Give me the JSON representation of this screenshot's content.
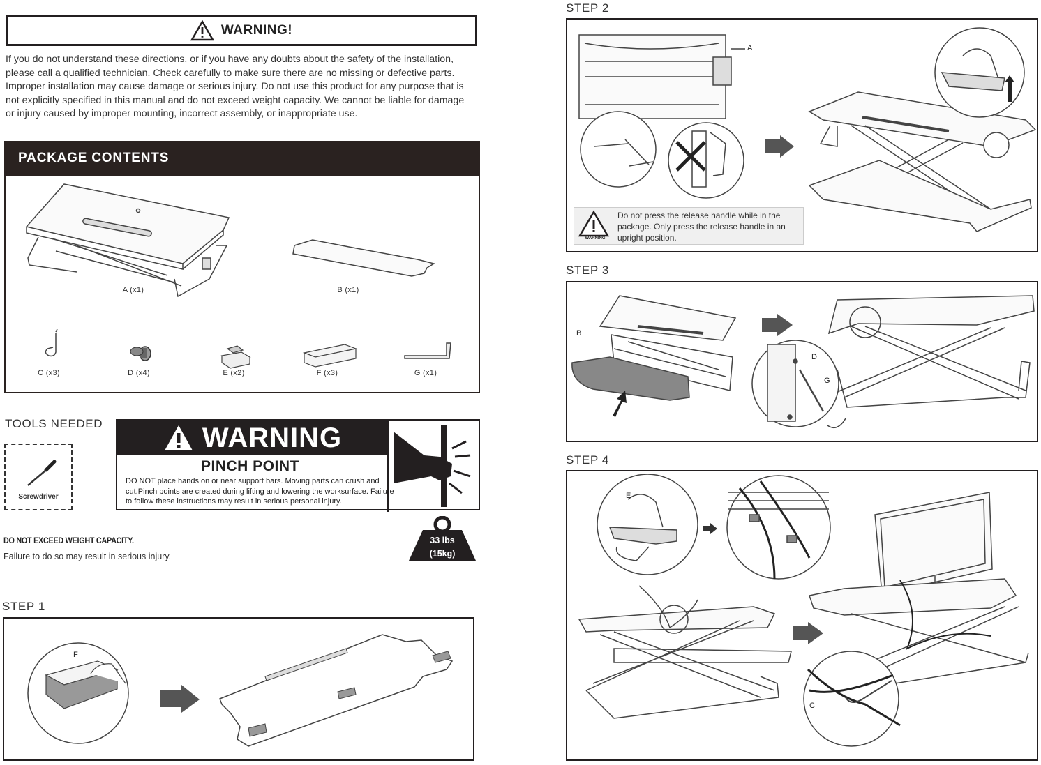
{
  "warning": {
    "title": "WARNING!",
    "body": "If you do not understand these directions, or if you have any doubts about the safety of the installation, please call a qualified technician. Check carefully to make sure there are no missing or defective parts. Improper installation may cause damage or serious injury. Do not use this product for any purpose that is not explicitly specified in this manual and do not exceed weight capacity. We cannot be liable for damage or injury caused by improper mounting, incorrect assembly, or inappropriate use."
  },
  "package_contents": {
    "title": "PACKAGE CONTENTS",
    "parts": [
      "A (x1)",
      "B (x1)",
      "C (x3)",
      "D (x4)",
      "E (x2)",
      "F (x3)",
      "G (x1)"
    ]
  },
  "tools": {
    "title": "TOOLS NEEDED",
    "item": "Screwdriver"
  },
  "pinch": {
    "title": "WARNING",
    "subtitle": "PINCH POINT",
    "body": "DO NOT place hands on or near support bars. Moving parts can crush and cut.Pinch points are created during lifting and lowering the worksurface. Failure to follow these instructions may result in serious personal injury."
  },
  "weight": {
    "title": "DO NOT EXCEED WEIGHT CAPACITY.",
    "body": "Failure to do so may result in serious injury.",
    "lbs": "33 lbs",
    "kg": "(15kg)"
  },
  "steps": {
    "step1": {
      "title": "STEP 1",
      "label_f": "F"
    },
    "step2": {
      "title": "STEP 2",
      "label_a": "A",
      "note": "Do not press the release handle while in the package. Only press the release handle in an upright position.",
      "note_caption": "WARNING!"
    },
    "step3": {
      "title": "STEP 3",
      "label_b": "B",
      "label_d": "D",
      "label_g": "G"
    },
    "step4": {
      "title": "STEP 4",
      "label_e": "E",
      "label_c": "C"
    }
  },
  "colors": {
    "dark": "#231f20",
    "line": "#333333"
  }
}
